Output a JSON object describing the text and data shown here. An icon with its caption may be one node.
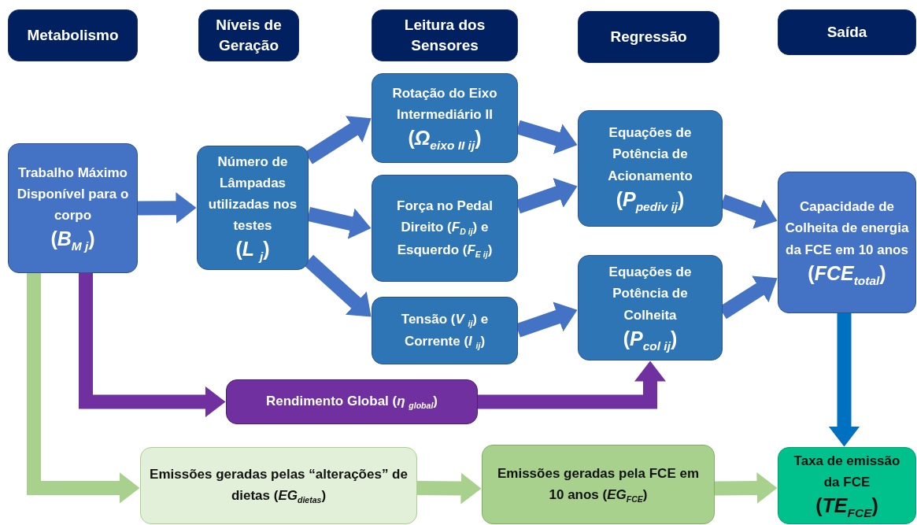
{
  "diagram": {
    "nodes": [
      {
        "text": [
          "Metabolismo"
        ]
      },
      {
        "text": [
          "Níveis de Geração"
        ]
      },
      {
        "text": [
          "Leitura dos Sensores"
        ]
      },
      {
        "text": [
          "Regressão"
        ]
      },
      {
        "text": [
          "Saída"
        ]
      },
      {
        "text": [
          "Trabalho Máximo Disponível para o corpo",
          "(*B*$_{M j}$)"
        ]
      },
      {
        "text": [
          "Número de Lâmpadas utilizadas nos testes",
          "(*L* $_{j}$)"
        ]
      },
      {
        "text": [
          "Rotação do Eixo Intermediário II",
          "(*Ω*$_{eixo II ij}$)"
        ]
      },
      {
        "text": [
          "Força no Pedal Direito (*F*$_{D ij}$) e Esquerdo (*F*$_{E ij}$)"
        ]
      },
      {
        "text": [
          "Tensão (*V* $_{ij}$) e Corrente (*I* $_{ij}$)"
        ]
      },
      {
        "text": [
          "Equações de Potência de Acionamento",
          "(*P*$_{pediv ij}$)"
        ]
      },
      {
        "text": [
          "Equações de Potência de Colheita",
          "(*P*$_{col ij}$)"
        ]
      },
      {
        "text": [
          "Capacidade de Colheita de energia da FCE em 10 anos",
          "(*FCE*$_{total}$)"
        ]
      },
      {
        "text": [
          "Rendimento Global (*η* $_{global}$)"
        ]
      },
      {
        "text": [
          "Emissões geradas pelas “alterações” de dietas (*EG*$_{dietas}$)"
        ]
      },
      {
        "text": [
          "Emissões geradas pela FCE em 10 anos (*EG*$_{FCE}$)"
        ]
      },
      {
        "text": [
          "Taxa de emissão da FCE",
          "(*TE*$_{FCE}$)"
        ]
      }
    ],
    "edges": [
      {
        "from": 5,
        "to": 6,
        "arrow": "to"
      },
      {
        "from": 6,
        "to": 7,
        "arrow": "to"
      },
      {
        "from": 6,
        "to": 8,
        "arrow": "to"
      },
      {
        "from": 6,
        "to": 9,
        "arrow": "to"
      },
      {
        "from": 7,
        "to": 10,
        "arrow": "to"
      },
      {
        "from": 8,
        "to": 10,
        "arrow": "to"
      },
      {
        "from": 9,
        "to": 11,
        "arrow": "to"
      },
      {
        "from": 10,
        "to": 12,
        "arrow": "to"
      },
      {
        "from": 11,
        "to": 12,
        "arrow": "to"
      },
      {
        "from": 5,
        "to": 13,
        "arrow": "to",
        "color": "#7030a0"
      },
      {
        "from": 13,
        "to": 11,
        "arrow": "to",
        "color": "#7030a0"
      },
      {
        "from": 5,
        "to": 14,
        "arrow": "to",
        "color": "#a9d18e"
      },
      {
        "from": 14,
        "to": 15,
        "arrow": "to",
        "color": "#a9d18e"
      },
      {
        "from": 15,
        "to": 16,
        "arrow": "to",
        "color": "#a9d18e"
      },
      {
        "from": 12,
        "to": 16,
        "arrow": "to",
        "color": "#0070c0"
      }
    ]
  }
}
